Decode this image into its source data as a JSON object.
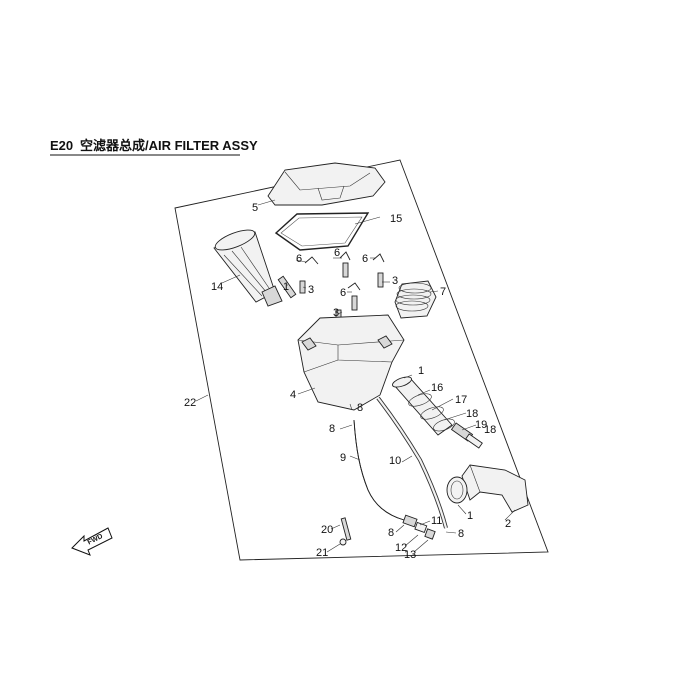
{
  "title": {
    "code": "E20",
    "name": "空滤器总成/AIR FILTER ASSY"
  },
  "direction_marker": "FWD",
  "callouts": {
    "c1a": "1",
    "c1b": "1",
    "c1c": "1",
    "c2": "2",
    "c3a": "3",
    "c3b": "3",
    "c3c": "3",
    "c4": "4",
    "c5": "5",
    "c6a": "6",
    "c6b": "6",
    "c6c": "6",
    "c6d": "6",
    "c7": "7",
    "c8a": "8",
    "c8b": "8",
    "c8c": "8",
    "c8d": "8",
    "c9": "9",
    "c10": "10",
    "c11": "11",
    "c12": "12",
    "c13": "13",
    "c14": "14",
    "c15": "15",
    "c16": "16",
    "c17": "17",
    "c18a": "18",
    "c18b": "18",
    "c19": "19",
    "c20": "20",
    "c21": "21",
    "c22": "22"
  }
}
